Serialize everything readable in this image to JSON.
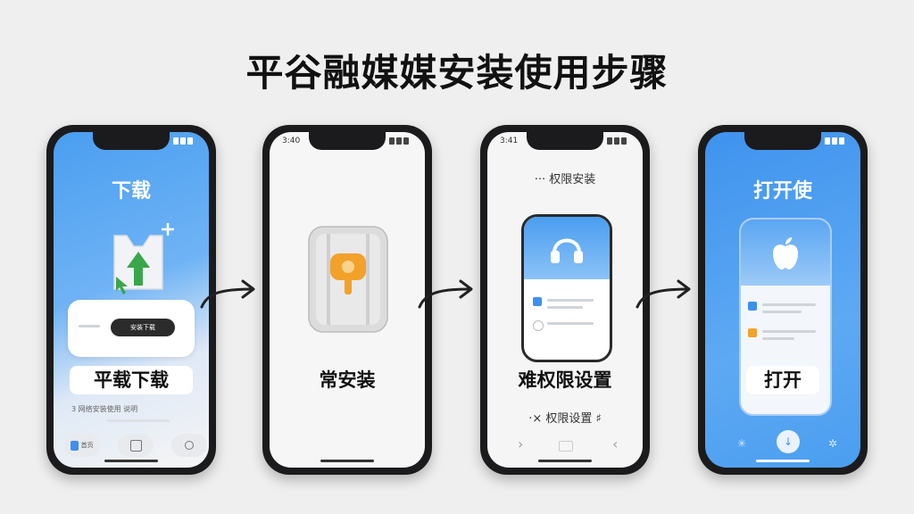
{
  "page_title": "平谷融媒媒安装使用步骤",
  "phones": [
    {
      "screen_title": "下载",
      "button_label": "安装下载",
      "step_label": "平载下载",
      "small_text": "3  网络安装使用 说明",
      "tab_label": "首页",
      "status_time": ""
    },
    {
      "status_time": "3:40",
      "step_label": "常安装"
    },
    {
      "status_time": "3:41",
      "header_label": "··· 权限安装",
      "step_label": "难权限设置",
      "footer_label": "·× 权限设置 ♯",
      "nav_back": "‹",
      "nav_forward": "›"
    },
    {
      "screen_title": "打开使",
      "step_label": "打开",
      "status_time": ""
    }
  ],
  "colors": {
    "blue": "#4a9ef0",
    "accent_green": "#3aa64a",
    "accent_orange": "#f2a12b"
  }
}
